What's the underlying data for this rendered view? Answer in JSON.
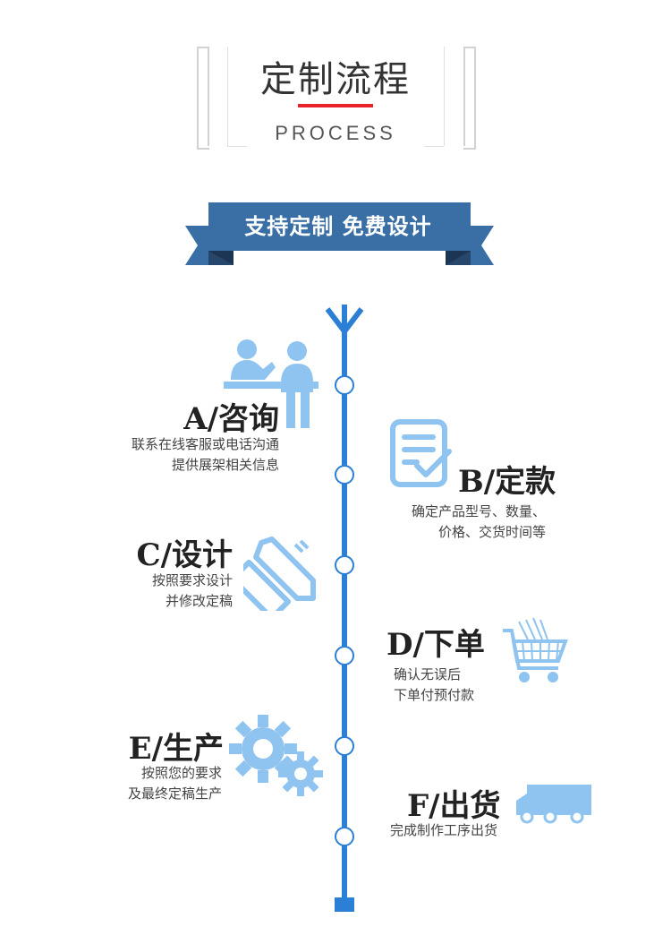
{
  "header": {
    "title": "定制流程",
    "subtitle": "PROCESS"
  },
  "banner": {
    "text": "支持定制  免费设计"
  },
  "colors": {
    "accent_red": "#e8232a",
    "timeline_blue": "#2b7fd4",
    "banner_blue": "#3a6fa5",
    "banner_dark": "#27466b",
    "icon_light_blue": "#8fc3f0"
  },
  "steps": [
    {
      "title": "A/咨询",
      "desc": [
        "联系在线客服或电话沟通",
        "提供展架相关信息"
      ],
      "icon": "consult-icon"
    },
    {
      "title": "B/定款",
      "desc": [
        "确定产品型号、数量、",
        "价格、交货时间等"
      ],
      "icon": "document-check-icon"
    },
    {
      "title": "C/设计",
      "desc": [
        "按照要求设计",
        "并修改定稿"
      ],
      "icon": "design-tools-icon"
    },
    {
      "title": "D/下单",
      "desc": [
        "确认无误后",
        "下单付预付款"
      ],
      "icon": "shopping-cart-icon"
    },
    {
      "title": "E/生产",
      "desc": [
        "按照您的要求",
        "及最终定稿生产"
      ],
      "icon": "gears-icon"
    },
    {
      "title": "F/出货",
      "desc": [
        "完成制作工序出货"
      ],
      "icon": "delivery-truck-icon"
    }
  ]
}
